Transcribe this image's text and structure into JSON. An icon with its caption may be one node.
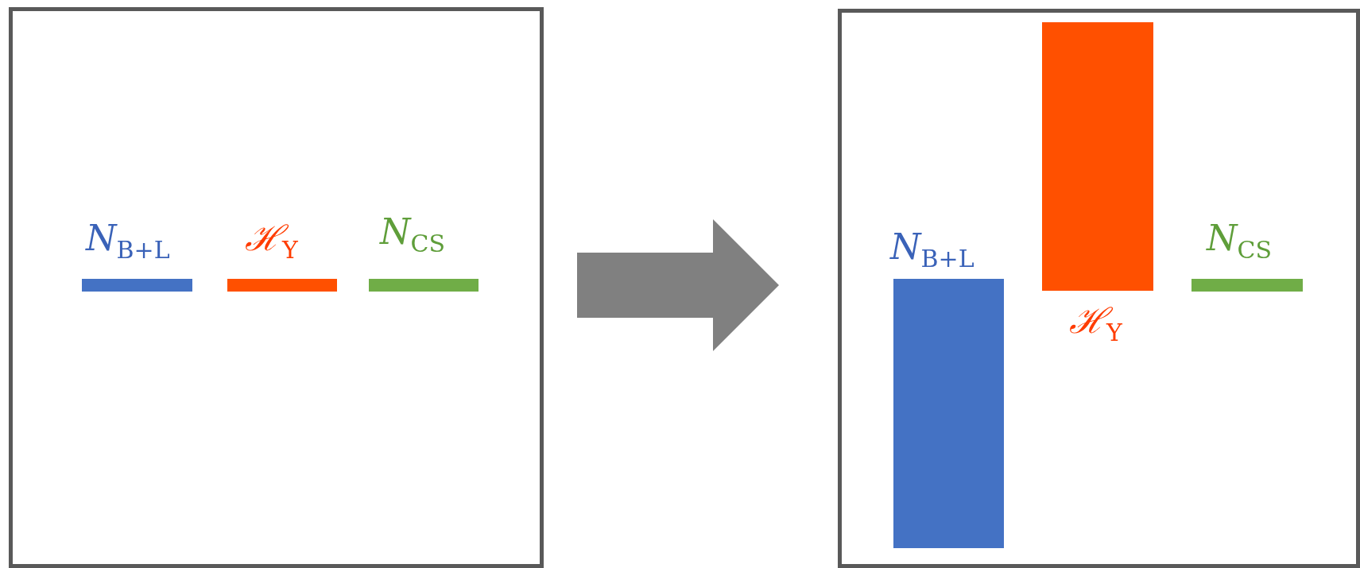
{
  "diagram": {
    "nodes": [
      {
        "text": [],
        "shape": "box"
      },
      {
        "text": [],
        "shape": "bar",
        "in": 0,
        "beside": [
          "*N*$_{B+L}$"
        ]
      },
      {
        "text": [],
        "shape": "bar",
        "in": 0,
        "beside": [
          "ℋ$_{Y}$"
        ]
      },
      {
        "text": [],
        "shape": "bar",
        "in": 0,
        "beside": [
          "*N*$_{CS}$"
        ]
      },
      {
        "text": [],
        "shape": "box"
      },
      {
        "text": [],
        "shape": "bar",
        "in": 4,
        "beside": [
          "*N*$_{B+L}$"
        ]
      },
      {
        "text": [],
        "shape": "bar",
        "in": 4,
        "beside": [
          "ℋ$_{Y}$"
        ]
      },
      {
        "text": [],
        "shape": "bar",
        "in": 4,
        "beside": [
          "*N*$_{CS}$"
        ]
      }
    ],
    "edges": [
      {
        "from": 0,
        "to": 4,
        "arrow": "to",
        "style": "thick"
      }
    ]
  }
}
